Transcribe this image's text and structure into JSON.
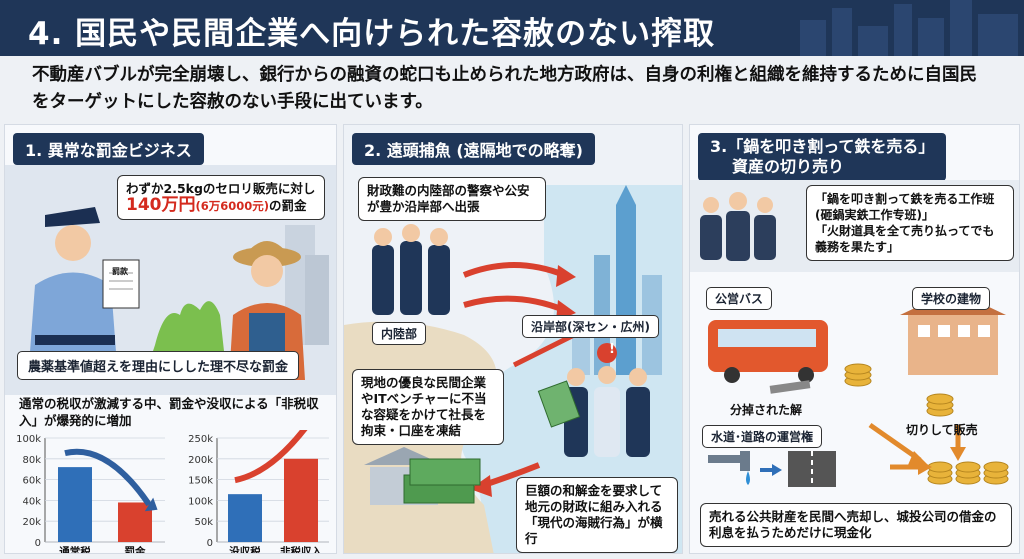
{
  "header": {
    "title": "4. 国民や民間企業へ向けられた容赦のない搾取"
  },
  "intro": "不動産バブルが完全崩壊し、銀行からの融資の蛇口も止められた地方政府は、自身の利権と組織を維持するために自国民をターゲットにした容赦のない手段に出ています。",
  "panel1": {
    "title": "1. 異常な罰金ビジネス",
    "callout_line1": "わずか2.5kgのセロリ販売に対し",
    "callout_amount": "140万円",
    "callout_amount_sub": "(6万6000元)",
    "callout_suffix": "の罰金",
    "document_label": "罰款",
    "caption": "農薬基準値超えを理由にしした理不尽な罰金",
    "chart_title": "通常の税収が激減する中、罰金や没収による「非税収入」が爆発的に増加",
    "colors": {
      "blue": "#2f6fb8",
      "red": "#d9412e"
    }
  },
  "chart_data": [
    {
      "type": "bar",
      "categories": [
        "通常税",
        "罰金"
      ],
      "values": [
        72,
        38
      ],
      "yticks": [
        "0",
        "20k",
        "40k",
        "60k",
        "80k",
        "100k"
      ],
      "ylim": [
        0,
        100
      ],
      "trend": "down"
    },
    {
      "type": "bar",
      "categories": [
        "没収税",
        "非税収入"
      ],
      "values": [
        115,
        200
      ],
      "yticks": [
        "0",
        "50k",
        "100k",
        "150k",
        "200k",
        "250k"
      ],
      "ylim": [
        0,
        250
      ],
      "trend": "up"
    }
  ],
  "panel2": {
    "title": "2. 遠頭捕魚 (遠隔地での略奪)",
    "callout_top": "財政難の内陸部の警察や公安が豊か沿岸部へ出張",
    "inland_label": "内陸部",
    "coastal_label": "沿岸部(深セン・広州)",
    "callout_mid": "現地の優良な民間企業やITベンチャーに不当な容疑をかけて社長を拘束・口座を凍結",
    "callout_bottom": "巨額の和解金を要求して地元の財政に組み入れる「現代の海賊行為」が横行",
    "alert_icon_text": "!"
  },
  "panel3": {
    "title_line1": "3.「鍋を叩き割って鉄を売る」",
    "title_line2": "資産の切り売り",
    "callout_line1": "「鍋を叩き割って鉄を売る工作班",
    "callout_line2": "(砸鍋実鉄工作专班)」",
    "callout_line3": "「火財道具を全て売り払ってでも",
    "callout_line4": "義務を果たす」",
    "bus_label": "公営バス",
    "school_label": "学校の建物",
    "dismantled_label": "分掉された解",
    "sell_label": "切りして販売",
    "utility_label": "水道･道路の運営権",
    "caption": "売れる公共財産を民間へ売却し、城投公司の借金の利息を払うためだけに現金化"
  }
}
